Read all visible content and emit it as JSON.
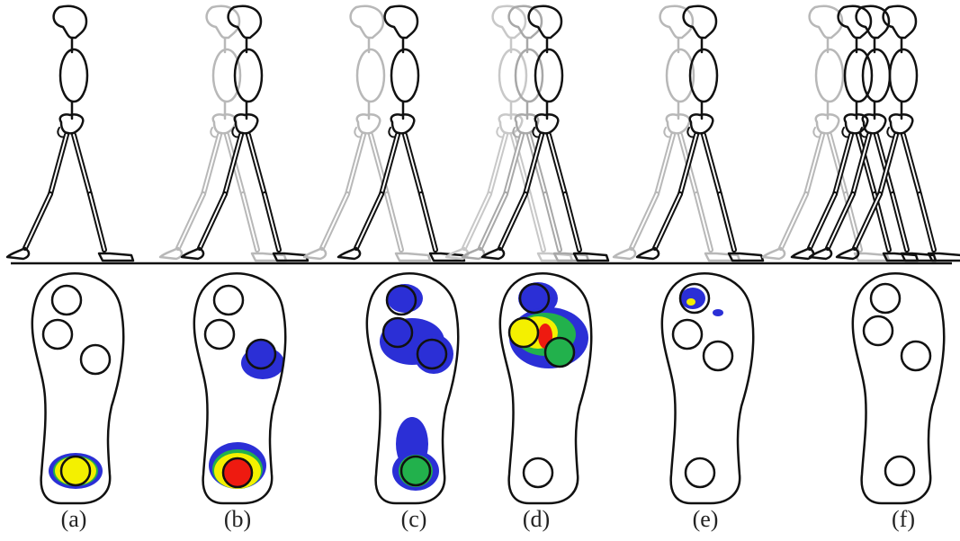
{
  "figure": {
    "ground_line_color": "#111111",
    "stroke_dark": "#111111",
    "stroke_faded": "#b8b8b8",
    "insole_outline_color": "#111111"
  },
  "panels": [
    {
      "label": "(a)",
      "pressure": "heel contact",
      "heel_color": "#f4f000"
    },
    {
      "label": "(b)",
      "pressure": "heel high pressure",
      "heel_color": "#ee1a10"
    },
    {
      "label": "(c)",
      "pressure": "midfoot low pressure",
      "heel_color": "#1aa33a"
    },
    {
      "label": "(d)",
      "pressure": "forefoot high pressure",
      "heel_color": "#ffffff"
    },
    {
      "label": "(e)",
      "pressure": "toe-off",
      "heel_color": "#ffffff"
    },
    {
      "label": "(f)",
      "pressure": "swing (no contact)",
      "heel_color": "#ffffff"
    }
  ],
  "pressure_colors": {
    "low": "#2b2fd6",
    "mid": "#22b14c",
    "high_mid": "#f4f000",
    "high": "#ee1a10"
  }
}
